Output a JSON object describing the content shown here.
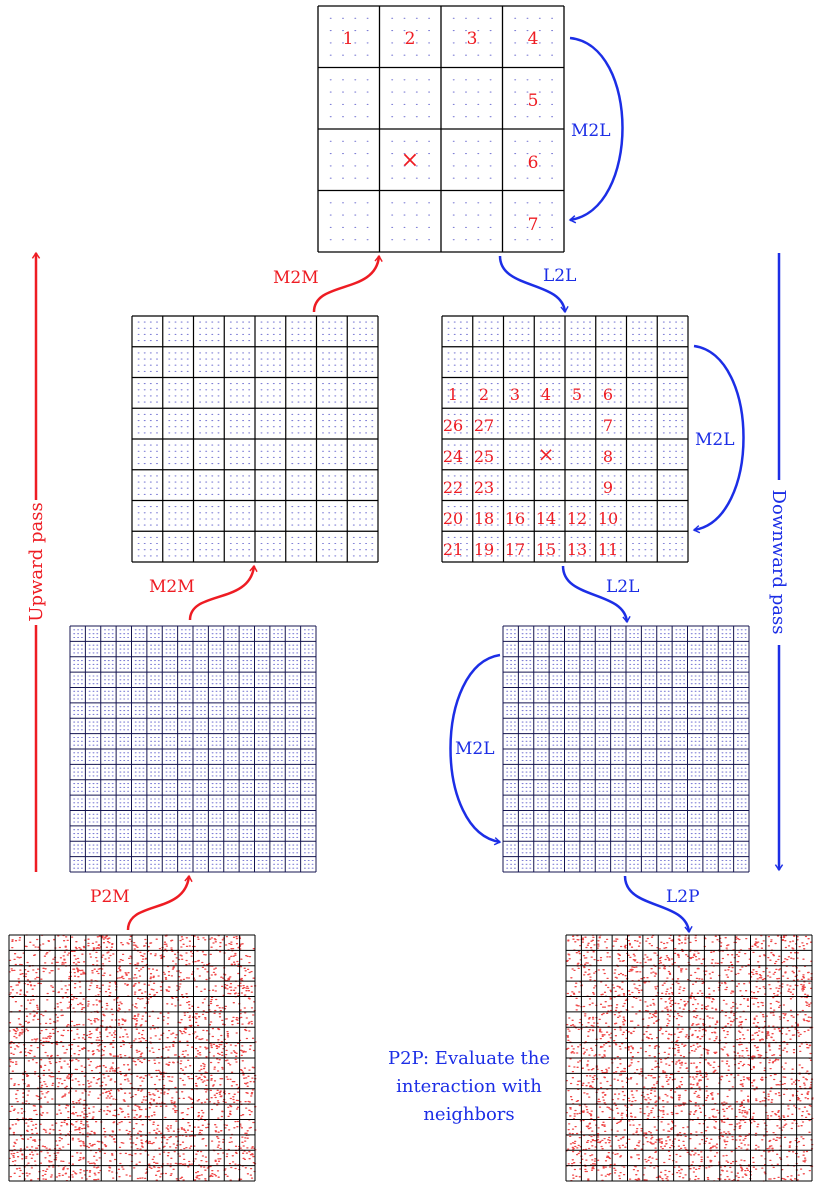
{
  "colors": {
    "red": "#ee1c23",
    "blue": "#1c2ee6",
    "grid": "#000000",
    "grid_fine": "#141450",
    "dot_blue": "#7f7fd6",
    "particle": "#ef4747"
  },
  "labels": {
    "m2m_top": "M2M",
    "m2m_mid": "M2M",
    "p2m": "P2M",
    "l2l_top": "L2L",
    "l2l_mid": "L2L",
    "l2p": "L2P",
    "m2l_top": "M2L",
    "m2l_mid": "M2L",
    "m2l_low": "M2L",
    "upward_pass": "Upward pass",
    "downward_pass": "Downward pass",
    "p2p_line1": "P2P: Evaluate the",
    "p2p_line2": "interaction with",
    "p2p_line3": "neighbors"
  },
  "level2_numbers": [
    "1",
    "2",
    "3",
    "4",
    "5",
    "6",
    "7"
  ],
  "level2_target_marker": "×",
  "level3_numbers": [
    "1",
    "2",
    "3",
    "4",
    "5",
    "6",
    "7",
    "8",
    "9",
    "10",
    "11",
    "12",
    "13",
    "14",
    "15",
    "16",
    "17",
    "18",
    "19",
    "20",
    "21",
    "22",
    "23",
    "24",
    "25",
    "26",
    "27"
  ],
  "level3_target_marker": "×",
  "grid_levels": {
    "level2_cells": 4,
    "level3_cells": 8,
    "level4_cells": 16,
    "leaf_cells": 16
  }
}
